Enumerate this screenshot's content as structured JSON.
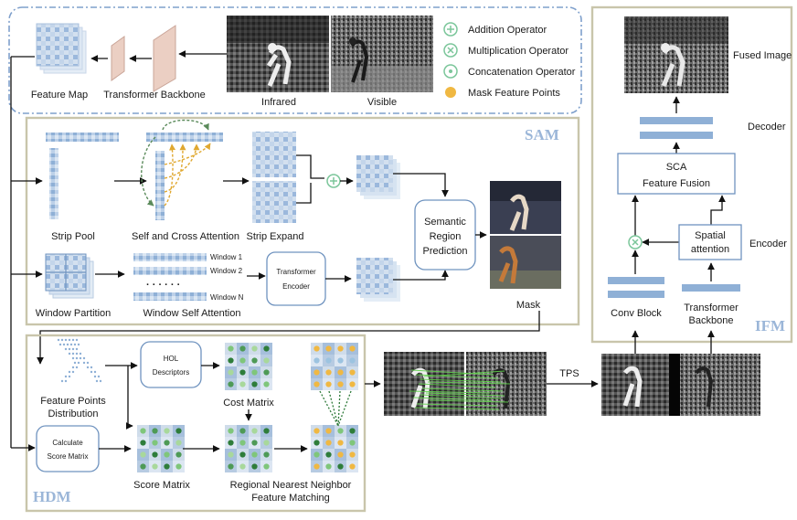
{
  "top": {
    "feature_map": "Feature Map",
    "transformer_backbone": "Transformer Backbone",
    "infrared": "Infrared",
    "visible": "Visible"
  },
  "legend": [
    {
      "icon": "addition-operator-icon",
      "label": "Addition Operator",
      "color": "#7bc69a"
    },
    {
      "icon": "multiplication-operator-icon",
      "label": "Multiplication Operator",
      "color": "#7bc69a"
    },
    {
      "icon": "concatenation-operator-icon",
      "label": "Concatenation Operator",
      "color": "#7bc69a"
    },
    {
      "icon": "mask-feature-points-icon",
      "label": "Mask Feature Points",
      "color": "#f0b842"
    }
  ],
  "sam": {
    "title": "SAM",
    "strip_pool": "Strip Pool",
    "self_cross": "Self and Cross Attention",
    "strip_expand": "Strip Expand",
    "window_partition": "Window Partition",
    "window_self": "Window Self Attention",
    "window_1": "Window 1",
    "window_2": "Window 2",
    "window_n": "Window N",
    "dots": "· · · · · ·",
    "transformer_encoder_1": "Transformer",
    "transformer_encoder_2": "Encoder",
    "semantic_1": "Semantic",
    "semantic_2": "Region",
    "semantic_3": "Prediction",
    "mask": "Mask"
  },
  "hdm": {
    "title": "HDM",
    "feature_points_1": "Feature Points",
    "feature_points_2": "Distribution",
    "hol_1": "HOL",
    "hol_2": "Descriptors",
    "cost_matrix": "Cost Matrix",
    "calc_1": "Calculate",
    "calc_2": "Score Matrix",
    "score_matrix": "Score Matrix",
    "rnn_1": "Regional Nearest Neighbor",
    "rnn_2": "Feature Matching"
  },
  "tps": "TPS",
  "ifm": {
    "title": "IFM",
    "fused_image": "Fused Image",
    "decoder": "Decoder",
    "sca_1": "SCA",
    "sca_2": "Feature Fusion",
    "spatial_1": "Spatial",
    "spatial_2": "attention",
    "encoder": "Encoder",
    "conv_block": "Conv Block",
    "tb_1": "Transformer",
    "tb_2": "Backbone"
  },
  "colors": {
    "accent_blue": "#6f93bf",
    "panel_border": "#c9c5ab",
    "section_label": "#9bb6d8",
    "operator_green": "#7bc69a",
    "mask_point_orange": "#f0b842",
    "matching_green": "#5fd24a"
  }
}
